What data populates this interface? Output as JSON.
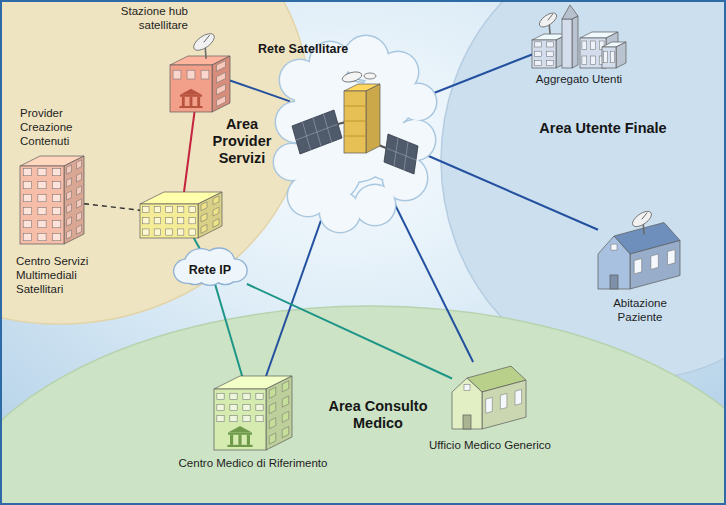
{
  "diagram": {
    "nodes": [
      {
        "text": [
          "Area Provider Servizi"
        ]
      },
      {
        "text": [
          "Stazione hub satellitare"
        ],
        "in": 0
      },
      {
        "text": [
          "Provider Creazione Contenuti"
        ],
        "in": 0
      },
      {
        "text": [
          "Centro Servizi Multimediali Satellitari"
        ],
        "in": 0
      },
      {
        "text": [
          "Rete Satellitare"
        ]
      },
      {
        "text": [
          "Area Utente Finale"
        ]
      },
      {
        "text": [
          "Aggregato Utenti"
        ],
        "in": 5
      },
      {
        "text": [
          "Abitazione Paziente"
        ],
        "in": 5
      },
      {
        "text": [
          "Rete IP"
        ]
      },
      {
        "text": [
          "Area Consulto Medico"
        ]
      },
      {
        "text": [
          "Centro Medico di Riferimento"
        ],
        "in": 9
      },
      {
        "text": [
          "Ufficio Medico Generico"
        ],
        "in": 9
      }
    ],
    "edges": [
      {
        "from": 1,
        "to": 4,
        "arrow": "none"
      },
      {
        "from": 1,
        "to": 3,
        "arrow": "none"
      },
      {
        "from": 2,
        "to": 3,
        "arrow": "none"
      },
      {
        "from": 3,
        "to": 8,
        "arrow": "none"
      },
      {
        "from": 4,
        "to": 6,
        "arrow": "none"
      },
      {
        "from": 4,
        "to": 7,
        "arrow": "none"
      },
      {
        "from": 4,
        "to": 10,
        "arrow": "none"
      },
      {
        "from": 4,
        "to": 11,
        "arrow": "none"
      },
      {
        "from": 8,
        "to": 10,
        "arrow": "none"
      },
      {
        "from": 8,
        "to": 11,
        "arrow": "none"
      }
    ]
  }
}
